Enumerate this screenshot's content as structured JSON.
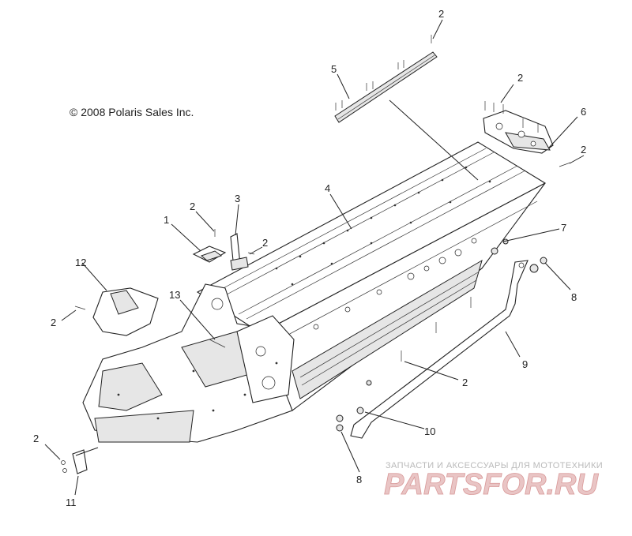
{
  "diagram": {
    "copyright": "© 2008 Polaris Sales Inc.",
    "callouts": [
      {
        "id": "c1",
        "label": "1"
      },
      {
        "id": "c2a",
        "label": "2"
      },
      {
        "id": "c2b",
        "label": "2"
      },
      {
        "id": "c2c",
        "label": "2"
      },
      {
        "id": "c2d",
        "label": "2"
      },
      {
        "id": "c2e",
        "label": "2"
      },
      {
        "id": "c2f",
        "label": "2"
      },
      {
        "id": "c2g",
        "label": "2"
      },
      {
        "id": "c2h",
        "label": "2"
      },
      {
        "id": "c3",
        "label": "3"
      },
      {
        "id": "c4",
        "label": "4"
      },
      {
        "id": "c5",
        "label": "5"
      },
      {
        "id": "c6",
        "label": "6"
      },
      {
        "id": "c7",
        "label": "7"
      },
      {
        "id": "c8a",
        "label": "8"
      },
      {
        "id": "c8b",
        "label": "8"
      },
      {
        "id": "c9",
        "label": "9"
      },
      {
        "id": "c10",
        "label": "10"
      },
      {
        "id": "c11",
        "label": "11"
      },
      {
        "id": "c12",
        "label": "12"
      },
      {
        "id": "c13",
        "label": "13"
      }
    ]
  },
  "watermark": {
    "caption": "ЗАПЧАСТИ И АКСЕССУАРЫ ДЛЯ МОТОТЕХНИКИ",
    "logo": "PARTSFOR.RU"
  }
}
